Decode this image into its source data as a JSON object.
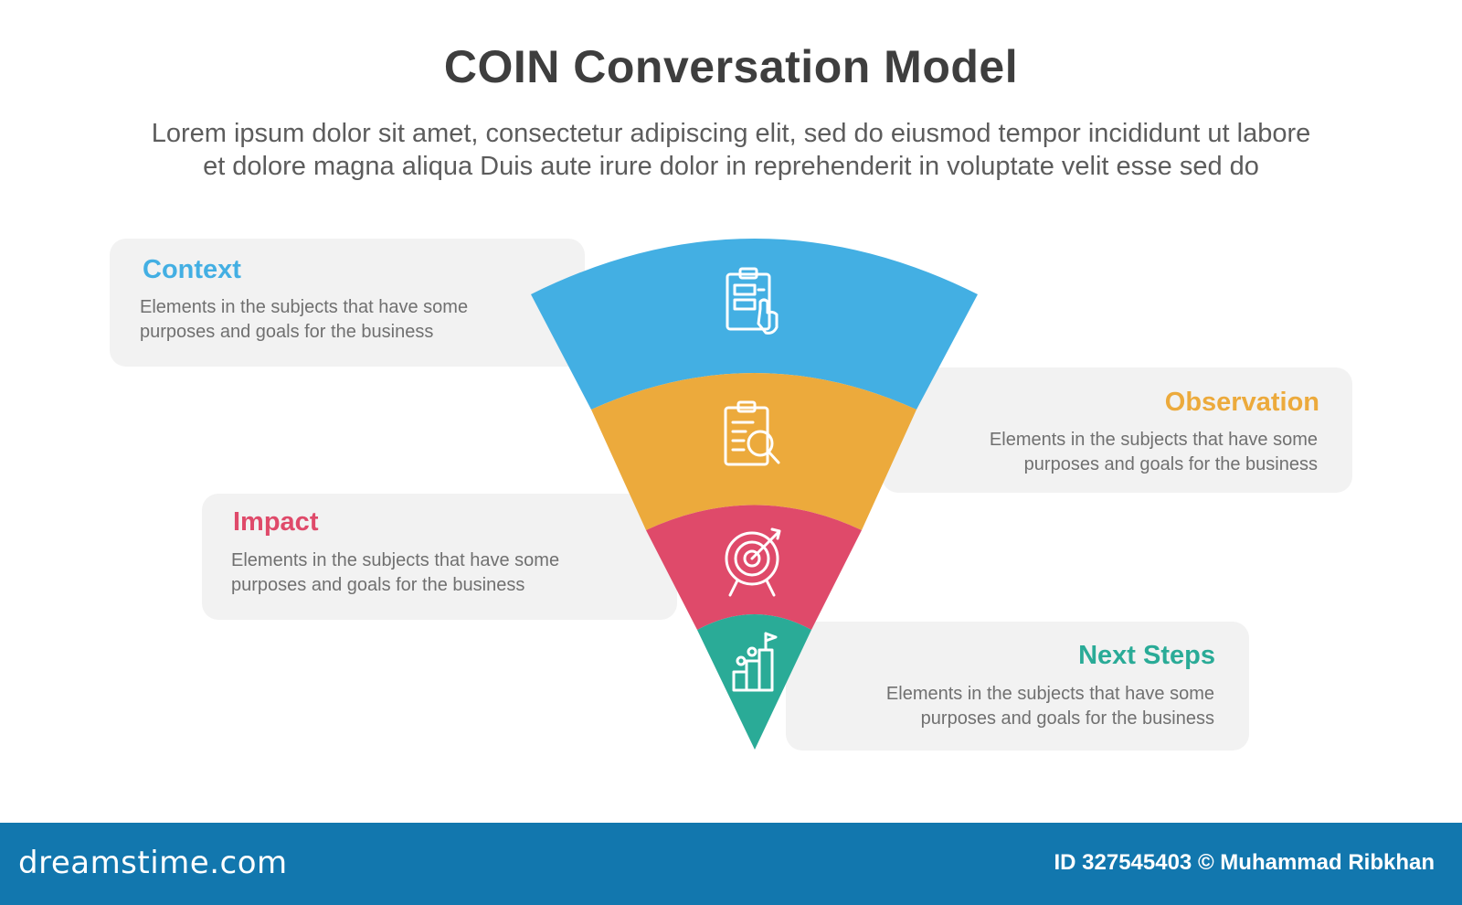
{
  "page": {
    "title": "COIN Conversation Model",
    "subtitle_line1": "Lorem ipsum dolor sit amet, consectetur adipiscing elit, sed do eiusmod tempor incididunt ut labore",
    "subtitle_line2": "et dolore magna aliqua Duis aute irure dolor in reprehenderit in voluptate velit esse sed do"
  },
  "colors": {
    "context": "#43afe3",
    "observation": "#ecaa3c",
    "impact": "#df4a6a",
    "next_steps": "#2aab97",
    "footer": "#1277ae"
  },
  "steps": [
    {
      "title": "Context",
      "desc_line1": "Elements in the subjects that have some",
      "desc_line2": "purposes and goals for the  business",
      "icon": "clipboard-click-icon"
    },
    {
      "title": "Observation",
      "desc_line1": "Elements in the subjects that have some",
      "desc_line2": "purposes and goals for the  business",
      "icon": "clipboard-search-icon"
    },
    {
      "title": "Impact",
      "desc_line1": "Elements in the subjects that have some",
      "desc_line2": "purposes and goals for the  business",
      "icon": "target-arrow-icon"
    },
    {
      "title": "Next Steps",
      "desc_line1": "Elements in the subjects that have some",
      "desc_line2": "purposes and goals for the  business",
      "icon": "stairs-flag-icon"
    }
  ],
  "footer": {
    "brand": "dreamstime.com",
    "credit": "ID 327545403 © Muhammad Ribkhan"
  }
}
